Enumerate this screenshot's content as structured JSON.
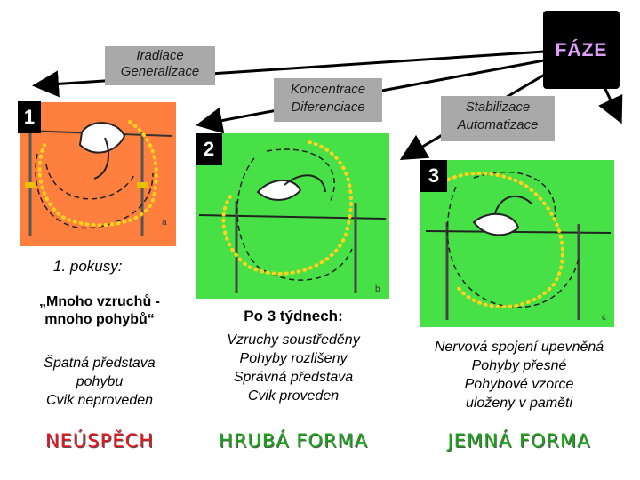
{
  "header": {
    "faze": "FÁZE",
    "faze_color": "#e0a0ff"
  },
  "phases": [
    {
      "number": "1",
      "label_line1": "Iradiace",
      "label_line2": "Generalizace",
      "title": "1. pokusy:",
      "description": [
        "„Mnoho vzruchů -",
        "mnoho pohybů“"
      ],
      "notes": [
        "Špatná představa",
        "pohybu",
        "Cvik neproveden"
      ],
      "result": "NEÚSPĚCH",
      "result_color": "#e8141e",
      "panel_color": "#ff7f3f",
      "figure_letter": "a"
    },
    {
      "number": "2",
      "label_line1": "Koncentrace",
      "label_line2": "Diferenciace",
      "title": "Po 3 týdnech:",
      "notes": [
        "Vzruchy soustředěny",
        "Pohyby rozlišeny",
        "Správná představa",
        "Cvik proveden"
      ],
      "result": "HRUBÁ FORMA",
      "result_color": "#1aa51a",
      "panel_color": "#47e047",
      "figure_letter": "b"
    },
    {
      "number": "3",
      "label_line1": "Stabilizace",
      "label_line2": "Automatizace",
      "notes": [
        "Nervová spojení upevněná",
        "Pohyby přesné",
        "Pohybové vzorce",
        "uloženy v paměti"
      ],
      "result": "JEMNÁ FORMA",
      "result_color": "#1aa51a",
      "panel_color": "#47e047",
      "figure_letter": "c"
    }
  ],
  "colors": {
    "badge_bg": "#000000",
    "label_bg": "#a9a9a9",
    "dots": "#ffd21e"
  }
}
